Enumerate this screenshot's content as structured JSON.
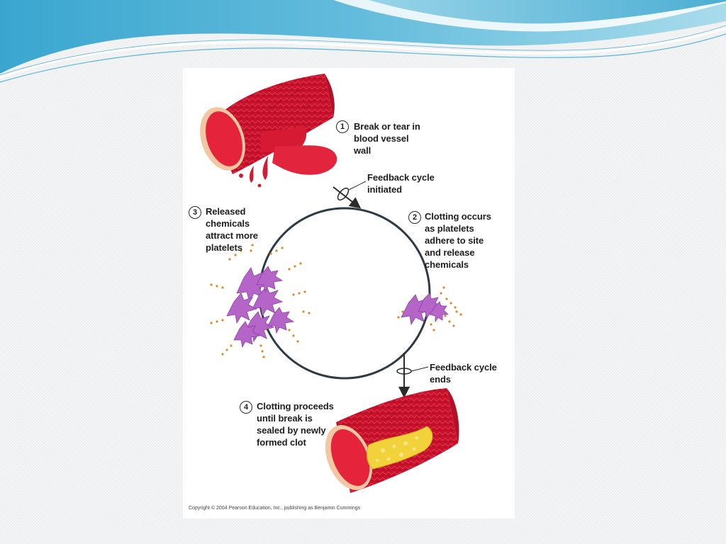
{
  "colors": {
    "header_wave_dark": "#3aa6cf",
    "header_wave_light": "#a9dcec",
    "background": "#f4f5f6",
    "vessel_red": "#c8112b",
    "blood_red": "#e2253c",
    "platelet_purple": "#b564c8",
    "chemical_dot": "#d98a2c",
    "clot_yellow": "#f2d23a"
  },
  "diagram": {
    "step1": {
      "number": "1",
      "text": "Break or tear in\nblood vessel\nwall"
    },
    "feedback_start": {
      "text": "Feedback cycle\ninitiated"
    },
    "step2": {
      "number": "2",
      "text": "Clotting occurs\nas platelets\nadhere to site\nand release\nchemicals"
    },
    "step3": {
      "number": "3",
      "text": "Released\nchemicals\nattract more\nplatelets"
    },
    "feedback_end": {
      "text": "Feedback cycle\nends"
    },
    "step4": {
      "number": "4",
      "text": "Clotting proceeds\nuntil break is\nsealed by newly\nformed clot"
    },
    "copyright": "Copyright © 2004 Pearson Education, Inc., publishing as Benjamin Cummings"
  }
}
